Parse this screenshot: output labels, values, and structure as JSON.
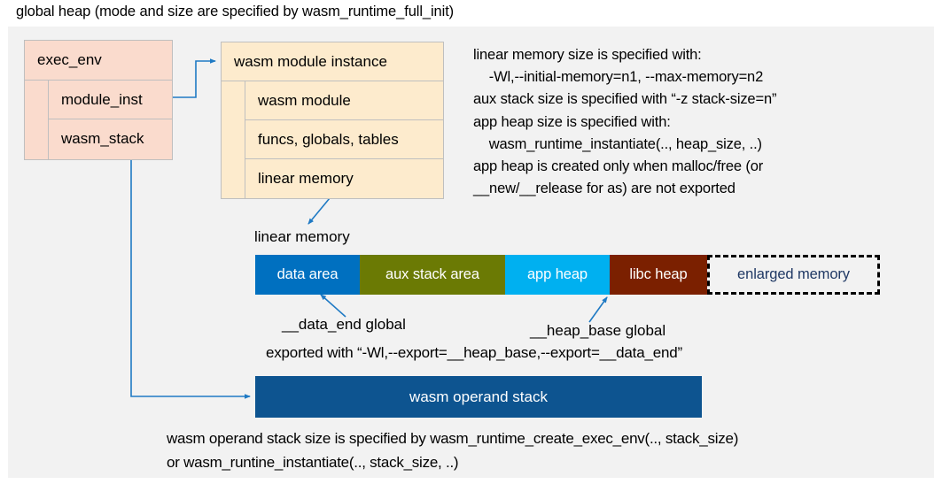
{
  "title": "global heap (mode and size are specified by wasm_runtime_full_init)",
  "colors": {
    "panel_bg": "#f2f2f2",
    "exec_env_fill": "#fadbcd",
    "module_inst_fill": "#fdebcd",
    "box_border": "#bfbfbf",
    "connector": "#1f7ac4",
    "data_area": "#0070c0",
    "aux_stack_area": "#6b7a04",
    "app_heap": "#00b0f0",
    "libc_heap": "#7b2000",
    "enlarged_memory_text": "#1f3864",
    "operand_stack": "#0d5490"
  },
  "exec_env": {
    "header": "exec_env",
    "rows": [
      "module_inst",
      "wasm_stack"
    ]
  },
  "module_instance": {
    "header": "wasm module instance",
    "rows": [
      "wasm module",
      "funcs, globals, tables",
      "linear memory"
    ]
  },
  "note_right": "linear memory size is specified with:\n    -Wl,--initial-memory=n1, --max-memory=n2\naux stack size is specified with “-z stack-size=n”\napp heap size is specified with:\n    wasm_runtime_instantiate(.., heap_size, ..)\napp heap is created only when malloc/free (or\n__new/__release for as) are not exported",
  "linear_memory": {
    "label": "linear memory",
    "segments": [
      {
        "label": "data area",
        "color": "#0070c0",
        "width": 118,
        "style": "solid"
      },
      {
        "label": "aux stack area",
        "color": "#6b7a04",
        "width": 164,
        "style": "solid"
      },
      {
        "label": "app heap",
        "color": "#00b0f0",
        "width": 118,
        "style": "solid"
      },
      {
        "label": "libc heap",
        "color": "#7b2000",
        "width": 110,
        "style": "solid"
      },
      {
        "label": "enlarged memory",
        "color": "#f2f2f2",
        "width": 195,
        "style": "dashed"
      }
    ]
  },
  "annotations": {
    "data_end": "__data_end global",
    "heap_base": "__heap_base global",
    "exported_with": "exported with “-Wl,--export=__heap_base,--export=__data_end”"
  },
  "operand_stack": {
    "label": "wasm operand stack"
  },
  "note_bottom": "wasm operand stack size is specified by wasm_runtime_create_exec_env(.., stack_size)\nor wasm_runtine_instantiate(.., stack_size, ..)"
}
